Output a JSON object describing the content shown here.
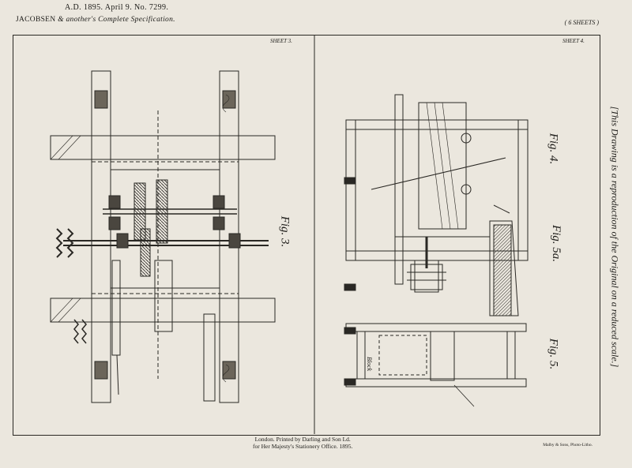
{
  "header": {
    "line1": "A.D. 1895. April 9. No. 7299.",
    "line2_name": "JACOBSEN",
    "line2_rest": " & another's Complete Specification.",
    "sheets_total": "( 6 SHEETS )"
  },
  "sheets": {
    "left": "SHEET 3.",
    "right": "SHEET 4."
  },
  "figures": {
    "fig3": "Fig. 3.",
    "fig4": "Fig. 4.",
    "fig5a": "Fig. 5a.",
    "fig5": "Fig. 5."
  },
  "side_note": "[This Drawing is a reproduction of the Original on a reduced scale.]",
  "footer": {
    "line1": "London. Printed by Darling and Son Ld.",
    "line2": "for Her Majesty's Stationery Office. 1895."
  },
  "lithographer": "Malby & Sons, Photo-Litho.",
  "block_label": "Block"
}
